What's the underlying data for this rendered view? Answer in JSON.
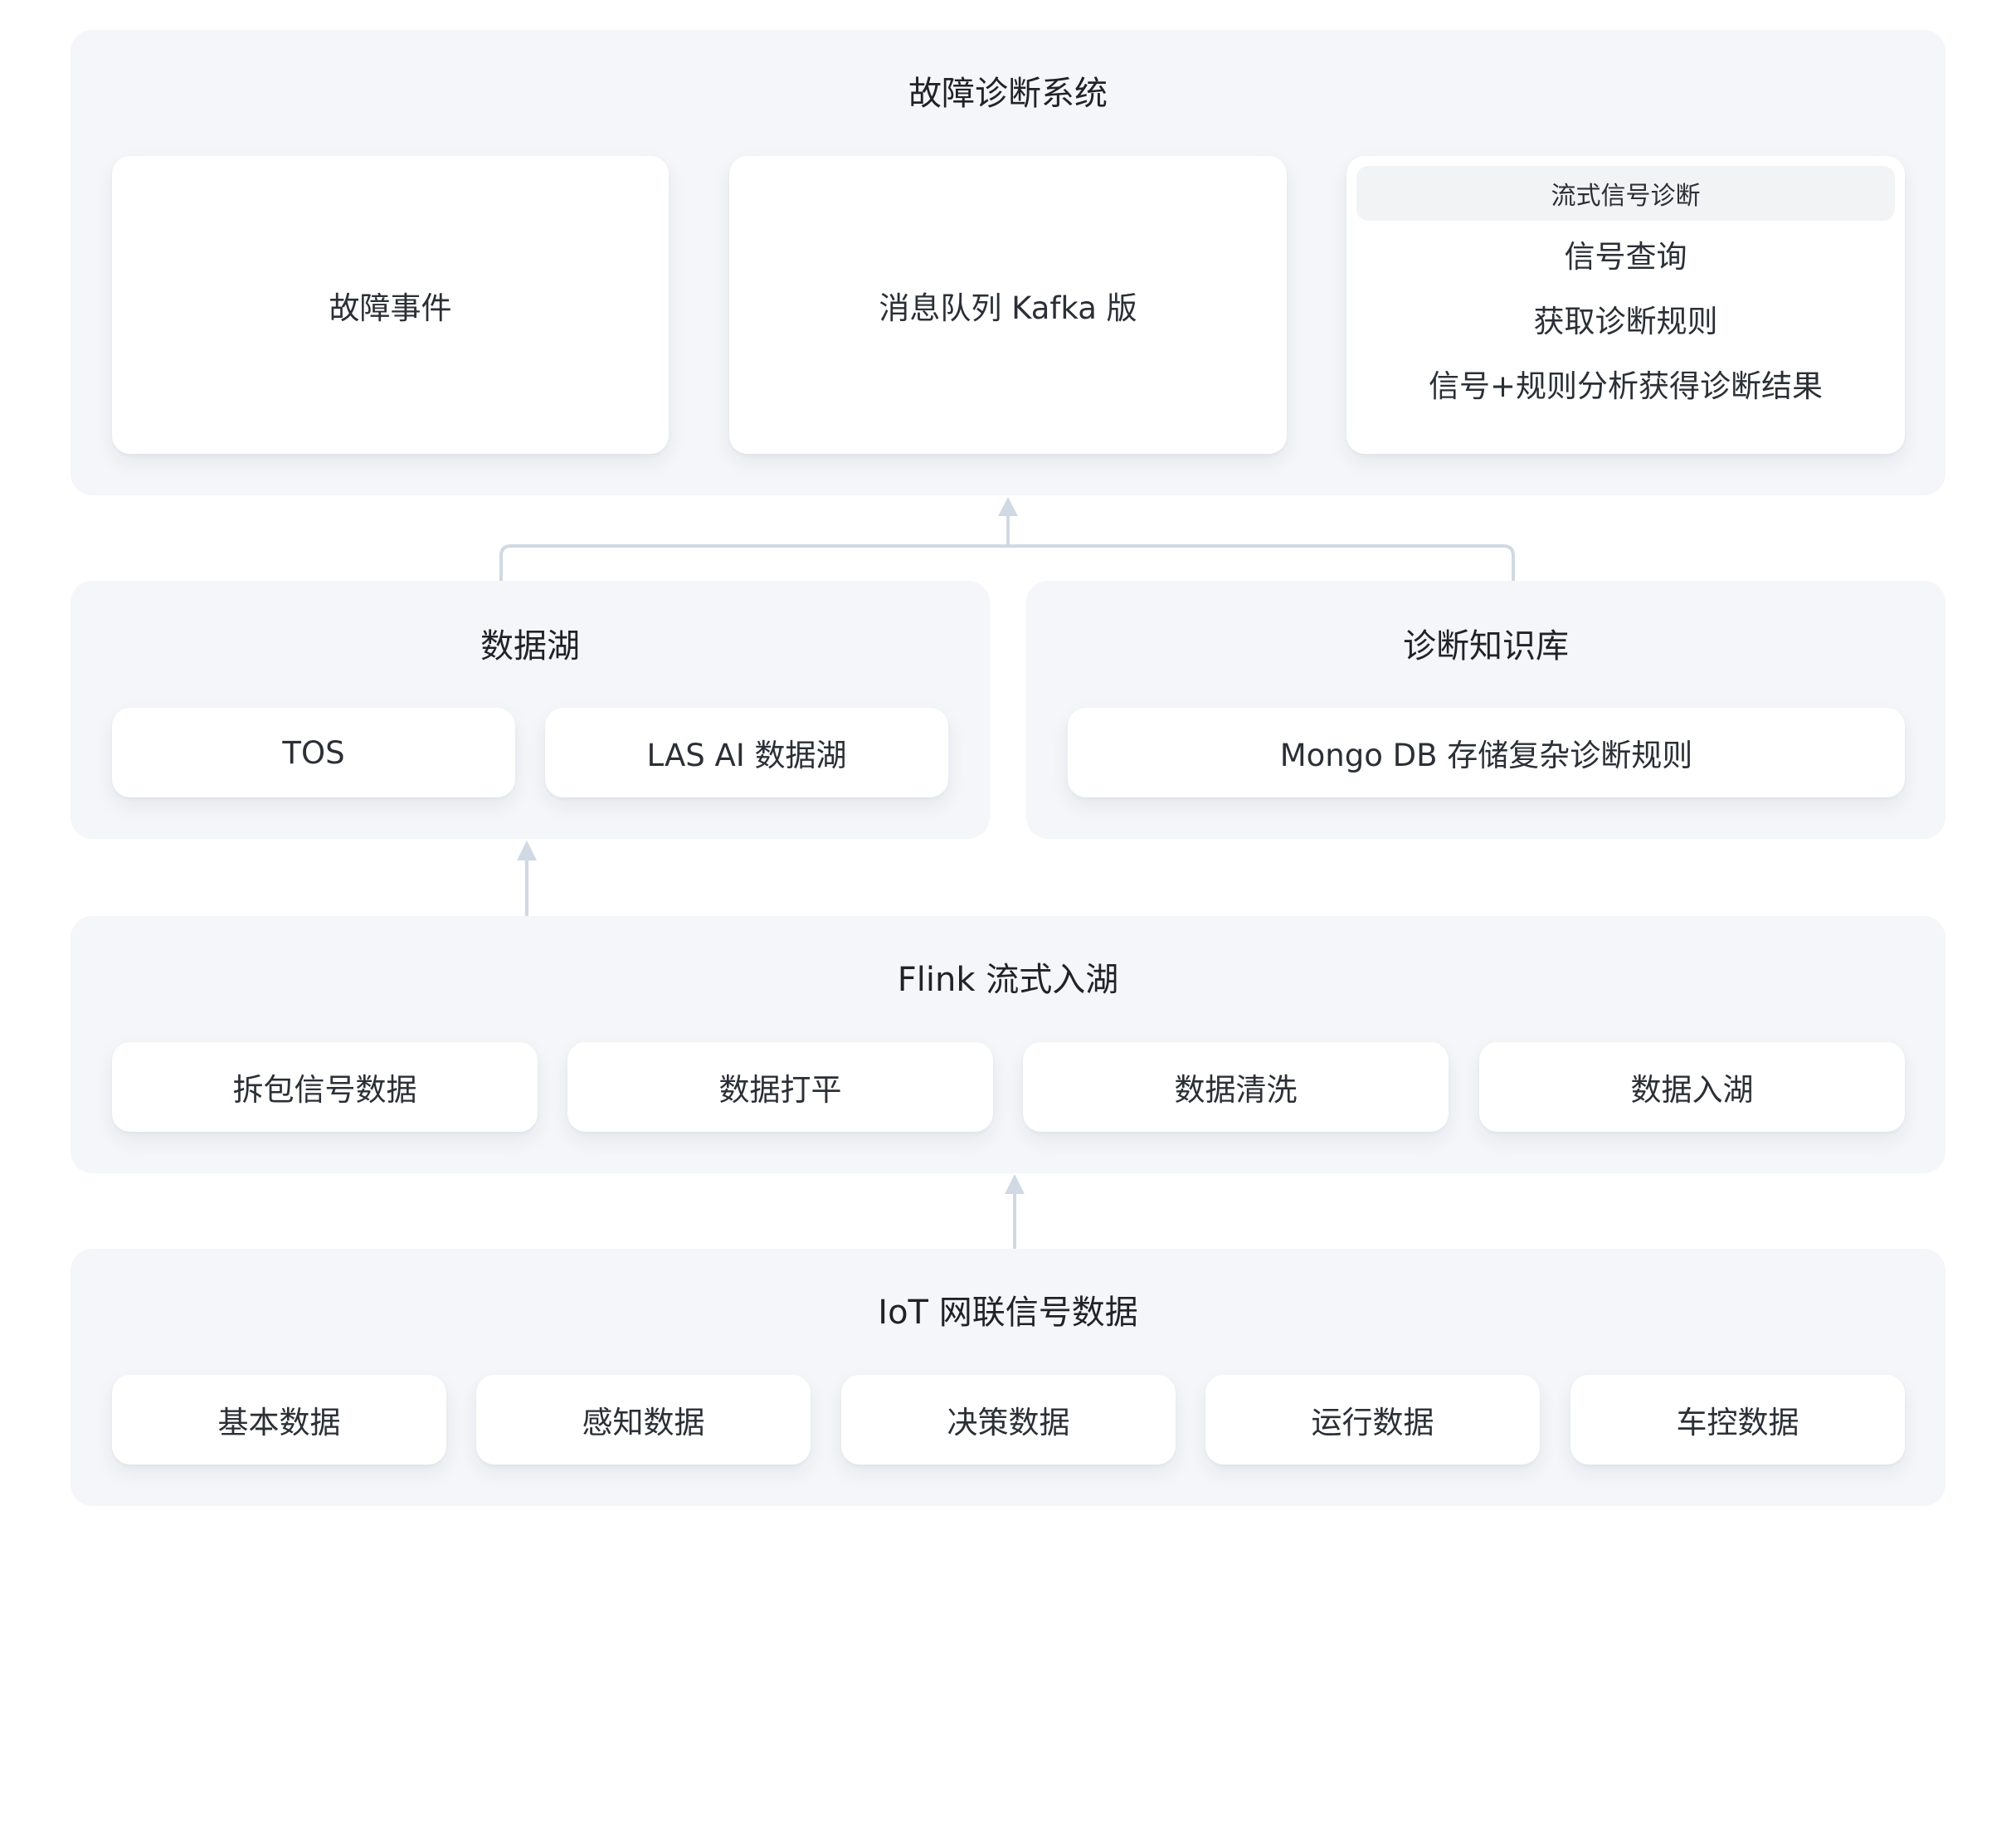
{
  "colors": {
    "panel_bg": "#f4f6f9",
    "card_bg": "#ffffff",
    "connector": "#d0d9e4",
    "text": "#1f2329"
  },
  "diagnosis_system": {
    "title": "故障诊断系统",
    "fault_event": "故障事件",
    "kafka": "消息队列 Kafka 版",
    "stream_diag": {
      "header": "流式信号诊断",
      "steps": [
        "信号查询",
        "获取诊断规则",
        "信号+规则分析获得诊断结果"
      ]
    }
  },
  "data_lake": {
    "title": "数据湖",
    "items": [
      "TOS",
      "LAS AI 数据湖"
    ]
  },
  "knowledge_base": {
    "title": "诊断知识库",
    "items": [
      "Mongo DB 存储复杂诊断规则"
    ]
  },
  "flink": {
    "title": "Flink 流式入湖",
    "items": [
      "拆包信号数据",
      "数据打平",
      "数据清洗",
      "数据入湖"
    ]
  },
  "iot": {
    "title": "IoT 网联信号数据",
    "items": [
      "基本数据",
      "感知数据",
      "决策数据",
      "运行数据",
      "车控数据"
    ]
  }
}
